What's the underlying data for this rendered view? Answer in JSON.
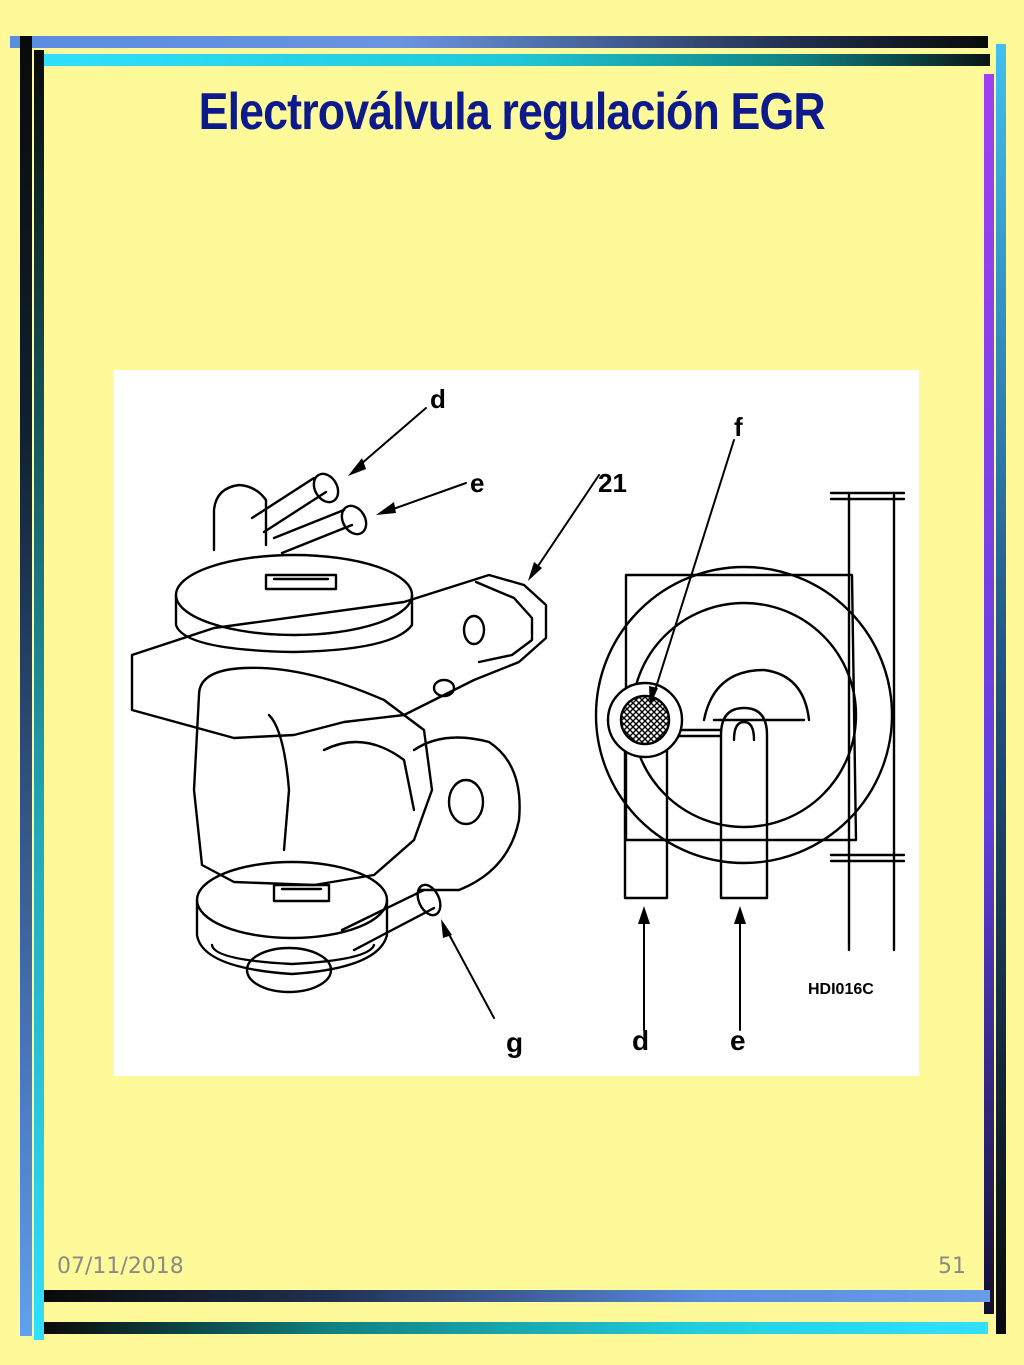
{
  "slide": {
    "title": "Electroválvula regulación EGR",
    "date": "07/11/2018",
    "page_number": "51"
  },
  "figure": {
    "labels": {
      "d_top": "d",
      "e_top": "e",
      "ref_21": "21",
      "f": "f",
      "g": "g",
      "d_bottom": "d",
      "e_bottom": "e",
      "code": "HDI016C"
    }
  },
  "colors": {
    "background": "#fffa99",
    "title": "#0d1a8c",
    "footer_text": "#8a8a8a"
  }
}
